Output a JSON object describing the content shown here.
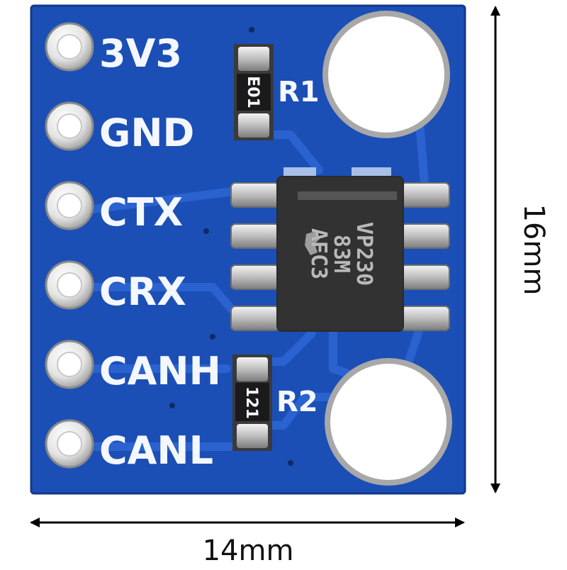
{
  "board": {
    "color": "#1b4fb5",
    "trace_color": "#2a62cf",
    "pins": [
      {
        "label": "3V3"
      },
      {
        "label": "GND"
      },
      {
        "label": "CTX"
      },
      {
        "label": "CRX"
      },
      {
        "label": "CANH"
      },
      {
        "label": "CANL"
      }
    ],
    "resistors": [
      {
        "designator": "R1",
        "marking": "E01"
      },
      {
        "designator": "R2",
        "marking": "121"
      }
    ],
    "chip": {
      "lines": [
        "VP230",
        "83M",
        "AFC3"
      ]
    }
  },
  "dimensions": {
    "width_label": "14mm",
    "height_label": "16mm"
  }
}
